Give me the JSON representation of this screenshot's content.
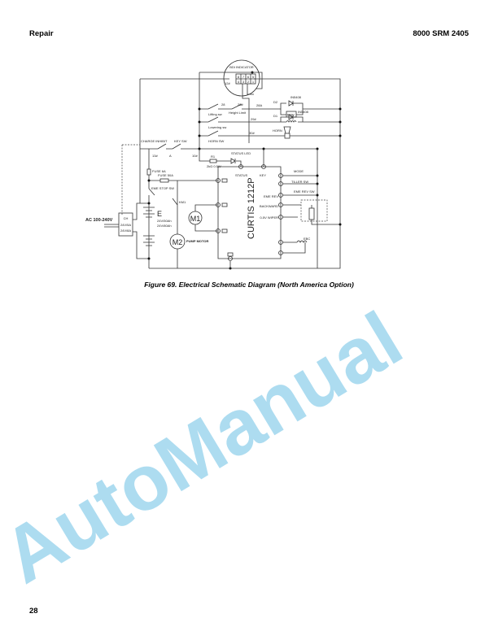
{
  "header": {
    "section": "Repair",
    "doc_id": "8000 SRM 2405"
  },
  "figure": {
    "caption": "Figure 69. Electrical Schematic Diagram (North America Option)",
    "labels": {
      "bdi": "BDI INDICATOR",
      "bdi_pins_top": [
        "8",
        "7",
        "6",
        "5"
      ],
      "bdi_pins_bottom": [
        "4",
        "3",
        "2",
        "1"
      ],
      "w12": "12#",
      "lifting_sw": "Lifting sw",
      "height_limit": "Height Limit",
      "w28": "28",
      "w28b": "28#",
      "w28a": "28A",
      "d2": "D2",
      "d1": "D1",
      "diode1": "IN5408",
      "diode2": "IN5408",
      "emv": "EMV",
      "lowering_sw": "Lowering sw",
      "w29": "29#",
      "horn": "HORN",
      "horn_sw": "HORN SW",
      "w30": "30#",
      "charge_inhibit": "CHARGE INHIBIT",
      "key_sw": "KEY SW",
      "w13": "13#",
      "a": "A",
      "w10": "10#",
      "status_led": "STATUS LED",
      "r1": "R1",
      "r1_val": "2kΩ 0.5W",
      "status": "STATUS",
      "key": "KEY",
      "fuse_small": "FUSE 6A",
      "fuse_main": "FUSE 50A",
      "eme_stop": "EME STOP SW",
      "km1": "KM1",
      "battery": "E",
      "battery_spec1": "24V/50Ah",
      "battery_spec2": "24V/80Ah",
      "m1": "M1",
      "m2": "M2",
      "pump_motor": "PUMP MOTOR",
      "controller": "CURTIS 1212P",
      "mode": "MODE",
      "tiller_sw": "TILLER SW",
      "eme_rev": "EME REV",
      "eme_rev_sw": "EME REV SW",
      "backward": "BACKWARD",
      "wiper": "0-5V WIPER",
      "ebc": "EBC",
      "ac_input": "AC 100-240V",
      "charger": "CH",
      "charger_spec1": "24V/5A",
      "charger_spec2": "24V/8A"
    }
  },
  "watermark": "AutoManual",
  "footer": {
    "page_number": "28"
  }
}
